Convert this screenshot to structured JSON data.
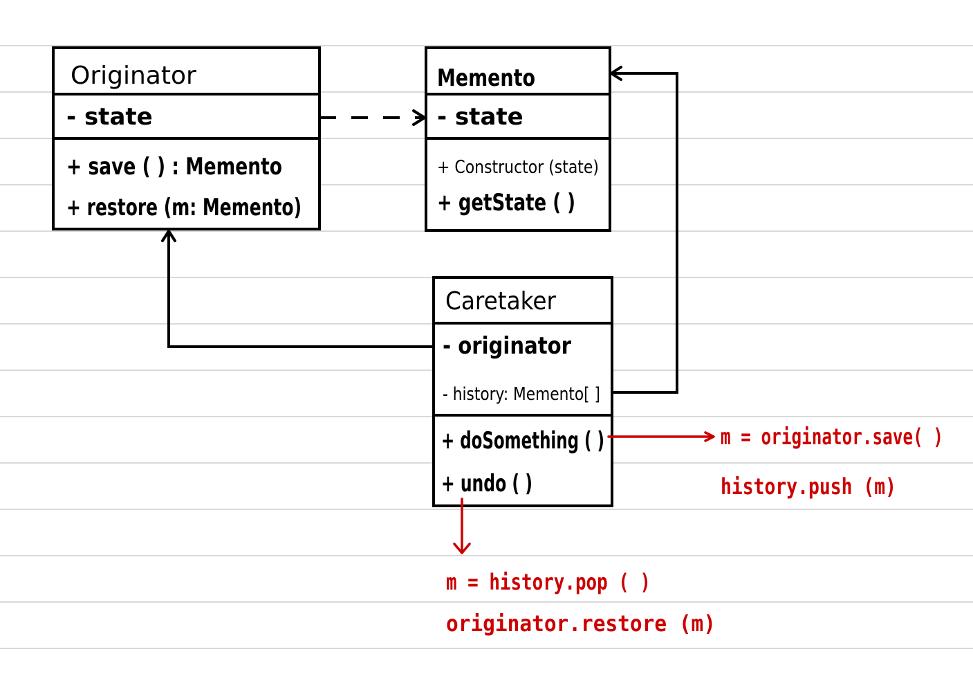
{
  "classes": {
    "originator": {
      "name": "Originator",
      "attributes": [
        "- state"
      ],
      "methods": [
        "+ save ( ) : Memento",
        "+ restore (m: Memento)"
      ]
    },
    "memento": {
      "name": "Memento",
      "attributes": [
        "- state"
      ],
      "methods": [
        "+ Constructor (state)",
        "+ getState ( )"
      ]
    },
    "caretaker": {
      "name": "Caretaker",
      "attributes": [
        "- originator",
        "- history: Memento[ ]"
      ],
      "methods": [
        "+ doSomething ( )",
        "+ undo ( )"
      ]
    }
  },
  "notes": {
    "doSomething": [
      "m = originator.save( )",
      "history.push (m)"
    ],
    "undo": [
      "m = history.pop ( )",
      "originator.restore (m)"
    ]
  },
  "colors": {
    "ink": "#000000",
    "annotation": "#cc0000",
    "ruled_line": "#d9d9d9"
  }
}
